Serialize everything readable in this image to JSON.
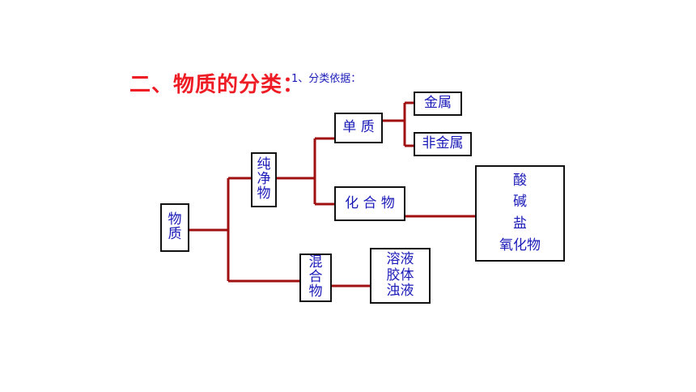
{
  "title": "二、物质的分类：",
  "subtitle": "1、分类依据：",
  "colors": {
    "title": "#ee1c24",
    "text": "#1a1ab8",
    "connector": "#a01010",
    "border": "#111111"
  },
  "nodes": {
    "matter": [
      "物",
      "质"
    ],
    "pure": [
      "纯",
      "净",
      "物"
    ],
    "mixture": [
      "混",
      "合",
      "物"
    ],
    "element": "单 质",
    "compound": "化 合 物",
    "metal": "金属",
    "nonmetal": "非金属",
    "compound_types": [
      "酸",
      "碱",
      "盐",
      "氧化物"
    ],
    "mixture_types": [
      "溶液",
      "胶体",
      "浊液"
    ]
  }
}
